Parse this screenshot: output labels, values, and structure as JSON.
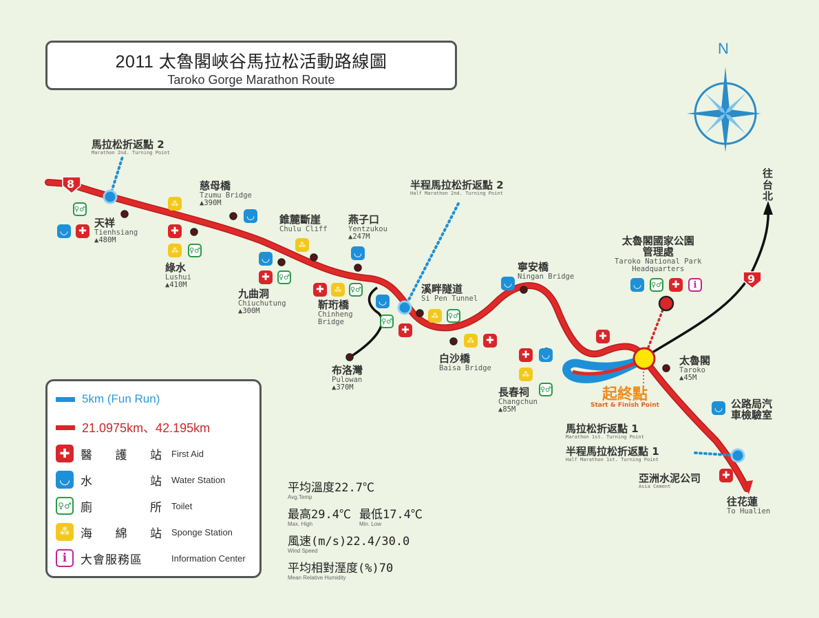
{
  "title": {
    "zh": "2011 太魯閣峽谷馬拉松活動路線圖",
    "en": "Taroko Gorge Marathon Route"
  },
  "compass": {
    "label": "N"
  },
  "colors": {
    "background": "#edf4e3",
    "route_main": "#d9262a",
    "route_fun_run": "#1e90d8",
    "first_aid": "#d9262a",
    "water": "#1e90d8",
    "toilet": "#2a9a48",
    "sponge": "#f3c81e",
    "info": "#c2249a",
    "start_point": "#ffe600",
    "start_label": "#f08a1a"
  },
  "road_markers": [
    {
      "id": "highway-8",
      "label": "8"
    },
    {
      "id": "highway-9",
      "label": "9"
    }
  ],
  "directions": {
    "taipei": "往台北",
    "hualien_zh": "往花蓮",
    "hualien_en": "To Hualien"
  },
  "turning_points": {
    "marathon_2": {
      "zh": "馬拉松折返點 2",
      "en": "Marathon 2nd. Turning Point"
    },
    "half_2": {
      "zh": "半程馬拉松折返點 2",
      "en": "Half Marathon 2nd. Turning Point"
    },
    "marathon_1": {
      "zh": "馬拉松折返點 1",
      "en": "Marathon 1st. Turning Point"
    },
    "half_1": {
      "zh": "半程馬拉松折返點 1",
      "en": "Half Marathon 1st. Turning Point"
    }
  },
  "places": {
    "tienhsiang": {
      "zh": "天祥",
      "en": "Tienhsiang",
      "elev": "▲480M"
    },
    "lushui": {
      "zh": "綠水",
      "en": "Lushui",
      "elev": "▲410M"
    },
    "tzumu": {
      "zh": "慈母橋",
      "en": "Tzumu Bridge",
      "elev": "▲390M"
    },
    "chiuchutung": {
      "zh": "九曲洞",
      "en": "Chiuchutung",
      "elev": "▲300M"
    },
    "chulu": {
      "zh": "錐麓斷崖",
      "en": "Chulu Cliff"
    },
    "yentzukou": {
      "zh": "燕子口",
      "en": "Yentzukou",
      "elev": "▲247M"
    },
    "chinheng": {
      "zh": "靳珩橋",
      "en1": "Chinheng",
      "en2": "Bridge"
    },
    "pulowan": {
      "zh": "布洛灣",
      "en": "Pulowan",
      "elev": "▲370M"
    },
    "sipen": {
      "zh": "溪畔隧道",
      "en": "Si Pen Tunnel"
    },
    "ningan": {
      "zh": "寧安橋",
      "en": "Ningan Bridge"
    },
    "baisa": {
      "zh": "白沙橋",
      "en": "Baisa Bridge"
    },
    "changchun": {
      "zh": "長春祠",
      "en": "Changchun",
      "elev": "▲85M"
    },
    "park_hq": {
      "zh1": "太魯閣國家公園",
      "zh2": "管理處",
      "en1": "Taroko National Park",
      "en2": "Headquarters"
    },
    "taroko": {
      "zh": "太魯閣",
      "en": "Taroko",
      "elev": "▲45M"
    },
    "highway_bureau": {
      "zh1": "公路局汽",
      "zh2": "車檢驗室"
    },
    "asia_cement": {
      "zh": "亞洲水泥公司",
      "en": "Asia Cement"
    }
  },
  "start_finish": {
    "zh": "起終點",
    "en": "Start & Finish Point"
  },
  "legend": {
    "fun_run": "5km (Fun Run)",
    "main_route": "21.0975km、42.195km",
    "items": [
      {
        "icon": "first-aid",
        "zh": [
          "醫",
          "護",
          "站"
        ],
        "en": "First Aid"
      },
      {
        "icon": "water",
        "zh": [
          "水",
          "",
          "站"
        ],
        "en": "Water Station"
      },
      {
        "icon": "toilet",
        "zh": [
          "廁",
          "",
          "所"
        ],
        "en": "Toilet"
      },
      {
        "icon": "sponge",
        "zh": [
          "海",
          "綿",
          "站"
        ],
        "en": "Sponge Station"
      },
      {
        "icon": "info",
        "zh": [
          "大會服務區"
        ],
        "en": "Information Center"
      }
    ]
  },
  "weather": {
    "avg_temp": {
      "label": "平均溫度22.7℃",
      "en": "Avg.Temp"
    },
    "max": {
      "label": "最高29.4℃",
      "en": "Max. High"
    },
    "min": {
      "label": "最低17.4℃",
      "en": "Min. Low"
    },
    "wind": {
      "label": "風速(m/s)22.4/30.0",
      "en": "Wind Speed"
    },
    "humidity": {
      "label": "平均相對溼度(%)70",
      "en": "Mean Relative Humidity"
    }
  }
}
